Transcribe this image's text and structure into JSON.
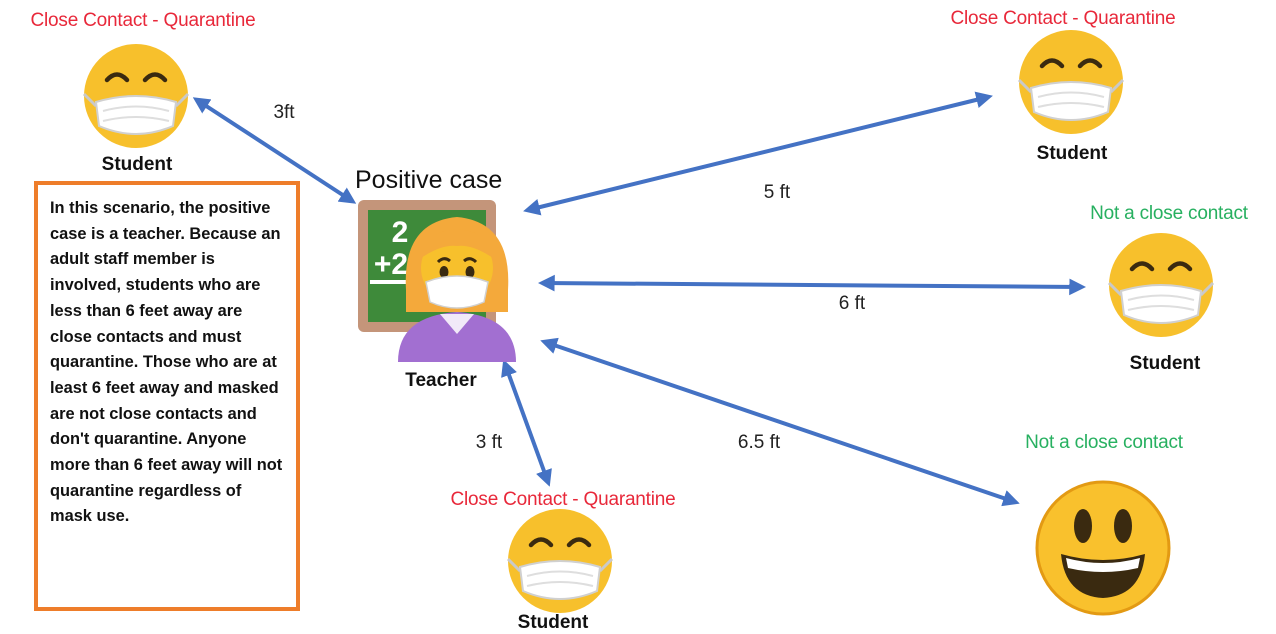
{
  "colors": {
    "arrow": "#4472c4",
    "close_contact_text": "#e8283a",
    "not_close_text": "#27b060",
    "box_border": "#ee7d2a",
    "emoji_yellow": "#f7c02c",
    "mask": "#ffffff",
    "shirt": "#a26fd1",
    "chalkboard": "#3e8a3a"
  },
  "center": {
    "title": "Positive case",
    "label": "Teacher",
    "chalkboard_text": [
      "2",
      "+2"
    ]
  },
  "scenario_text": "In this scenario, the positive case is a teacher. Because an adult staff member is involved, students who are less than 6 feet away are close contacts and must quarantine.  Those who are at least 6 feet away and masked are not close contacts and don't quarantine. Anyone more than 6 feet away will not quarantine regardless of mask use.",
  "contacts": [
    {
      "status": "Close Contact - Quarantine",
      "label": "Student",
      "distance": "3ft",
      "icon": "masked-face-icon"
    },
    {
      "status": "Close Contact - Quarantine",
      "label": "Student",
      "distance": "5 ft",
      "icon": "masked-face-icon"
    },
    {
      "status": "Not a close contact",
      "label": "Student",
      "distance": "6 ft",
      "icon": "masked-face-icon"
    },
    {
      "status": "Not a close contact",
      "label": "",
      "distance": "6.5 ft",
      "icon": "grinning-face-icon"
    },
    {
      "status": "Close Contact - Quarantine",
      "label": "Student",
      "distance": "3 ft",
      "icon": "masked-face-icon"
    }
  ]
}
